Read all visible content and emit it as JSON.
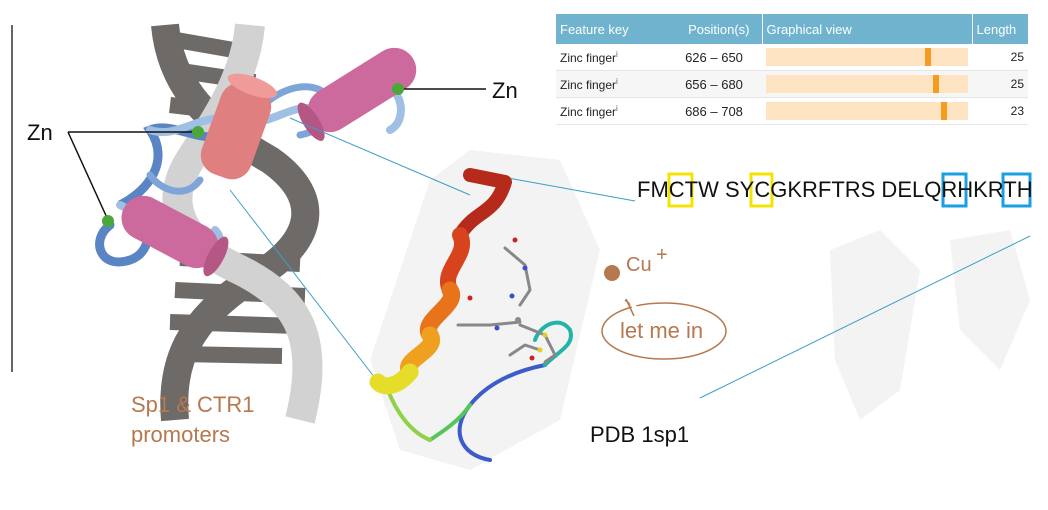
{
  "labels": {
    "zn_left": "Zn",
    "zn_right": "Zn",
    "sequence": "FMCTW SYCGKRFTRS DELQRHKRTH",
    "ion": "Cu",
    "ion_charge": "+",
    "bubble": "let me in",
    "promoters_line1": "Sp1 & CTR1",
    "promoters_line2": "promoters",
    "pdb": "PDB 1sp1"
  },
  "table": {
    "headers": [
      "Feature key",
      "Position(s)",
      "Graphical view",
      "Length"
    ],
    "rows": [
      {
        "feature": "Zinc finger",
        "info": "i",
        "position": "626 – 650",
        "length": "25",
        "marker_fraction": 0.8
      },
      {
        "feature": "Zinc finger",
        "info": "i",
        "position": "656 – 680",
        "length": "25",
        "marker_fraction": 0.84
      },
      {
        "feature": "Zinc finger",
        "info": "i",
        "position": "686 – 708",
        "length": "23",
        "marker_fraction": 0.88
      }
    ]
  },
  "highlight_colors": {
    "cysteine": "#f3e300",
    "histidine": "#1a9fe0"
  },
  "colors": {
    "text_brown": "#b6784f",
    "table_header": "#6fb3cf",
    "bar_track": "#fde3c2",
    "bar_marker": "#f59b1d"
  }
}
